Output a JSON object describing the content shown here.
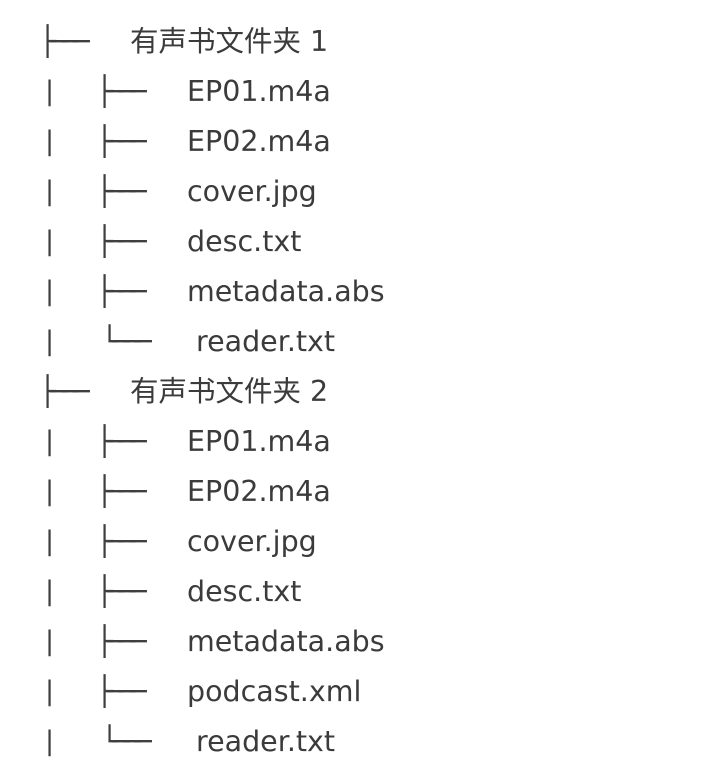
{
  "tree": {
    "folders": [
      {
        "connector": "├───",
        "name": "有声书文件夹 1",
        "guide": "|",
        "files": [
          {
            "connector": "├───",
            "name": "EP01.m4a"
          },
          {
            "connector": "├───",
            "name": "EP02.m4a"
          },
          {
            "connector": "├───",
            "name": "cover.jpg"
          },
          {
            "connector": "├───",
            "name": "desc.txt"
          },
          {
            "connector": "├───",
            "name": "metadata.abs"
          },
          {
            "connector": "└───",
            "name": "reader.txt"
          }
        ]
      },
      {
        "connector": "├───",
        "name": "有声书文件夹 2",
        "guide": "|",
        "files": [
          {
            "connector": "├───",
            "name": "EP01.m4a"
          },
          {
            "connector": "├───",
            "name": "EP02.m4a"
          },
          {
            "connector": "├───",
            "name": "cover.jpg"
          },
          {
            "connector": "├───",
            "name": "desc.txt"
          },
          {
            "connector": "├───",
            "name": "metadata.abs"
          },
          {
            "connector": "├───",
            "name": "podcast.xml"
          },
          {
            "connector": "└───",
            "name": "reader.txt"
          }
        ]
      }
    ]
  }
}
